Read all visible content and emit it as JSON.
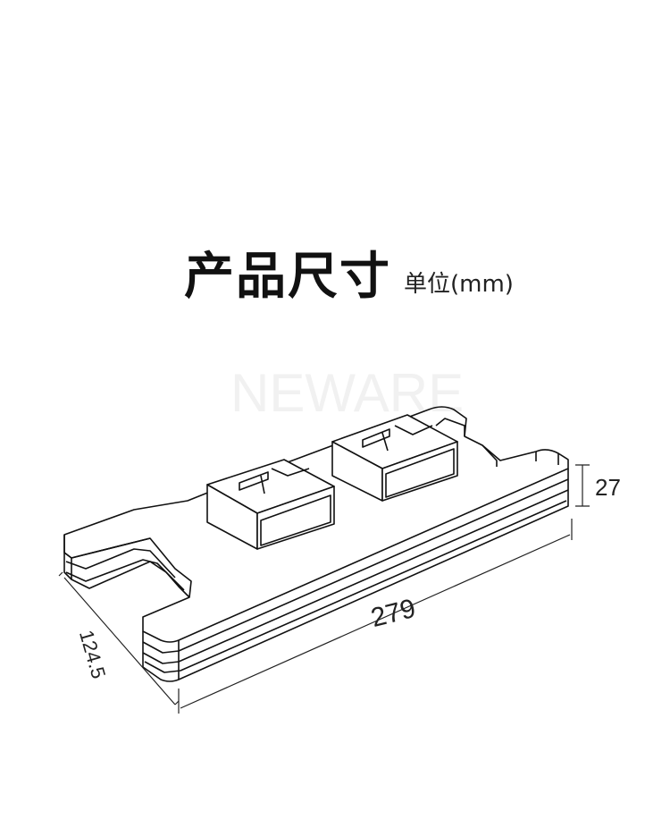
{
  "header": {
    "title": "产品尺寸",
    "unit_label": "单位(mm)"
  },
  "watermark": {
    "text": "NEWARE"
  },
  "dimensions": {
    "length": "279",
    "width": "124.5",
    "height": "27"
  },
  "colors": {
    "line": "#111111",
    "background": "#ffffff"
  }
}
